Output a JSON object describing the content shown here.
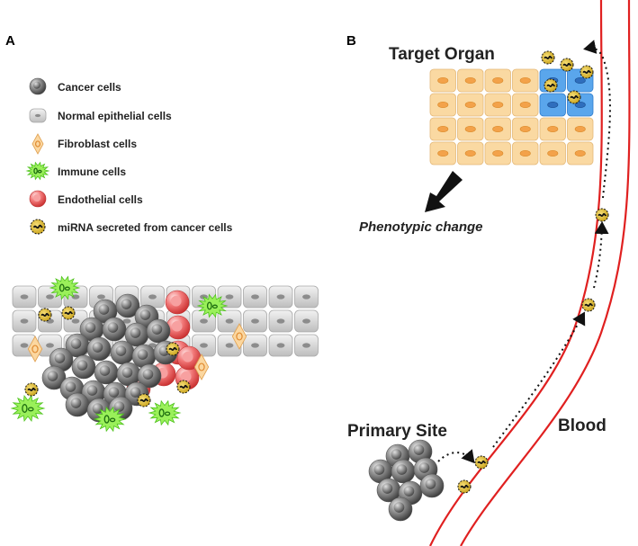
{
  "panels": {
    "a": "A",
    "b": "B"
  },
  "legend": [
    {
      "label": "Cancer cells",
      "icon": "cancer-cell-icon"
    },
    {
      "label": "Normal epithelial cells",
      "icon": "epithelial-cell-icon"
    },
    {
      "label": "Fibroblast cells",
      "icon": "fibroblast-icon"
    },
    {
      "label": "Immune cells",
      "icon": "immune-cell-icon"
    },
    {
      "label": "Endothelial cells",
      "icon": "endothelial-cell-icon"
    },
    {
      "label": "miRNA secreted from cancer cells",
      "icon": "mirna-vesicle-icon"
    }
  ],
  "labels": {
    "target_organ": "Target Organ",
    "phenotypic_change": "Phenotypic change",
    "primary_site": "Primary Site",
    "blood": "Blood"
  },
  "colors": {
    "cancer": "#8a8a8a",
    "epithelial": "#d6d6d6",
    "fibroblast": "#f7c98a",
    "immune": "#8ae84a",
    "endothelial": "#ef6f6f",
    "organ_cell": "#f9d9a0",
    "organ_changed": "#4f9ee8",
    "vessel": "#e02020",
    "vesicle": "#e8c23a"
  }
}
